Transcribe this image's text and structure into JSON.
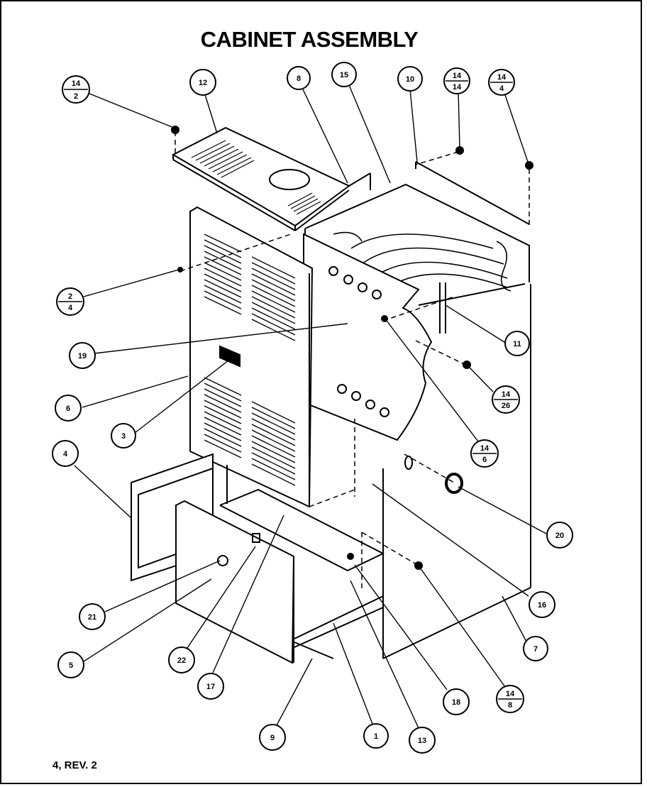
{
  "title": "CABINET ASSEMBLY",
  "footer": "4, REV. 2",
  "callouts": [
    {
      "id": "c-14-2",
      "label": "14/2"
    },
    {
      "id": "c-12",
      "label": "12"
    },
    {
      "id": "c-8",
      "label": "8"
    },
    {
      "id": "c-15",
      "label": "15"
    },
    {
      "id": "c-10",
      "label": "10"
    },
    {
      "id": "c-14-14",
      "label": "14/14"
    },
    {
      "id": "c-14-4",
      "label": "14/4"
    },
    {
      "id": "c-2-4",
      "label": "2/4"
    },
    {
      "id": "c-19",
      "label": "19"
    },
    {
      "id": "c-11",
      "label": "11"
    },
    {
      "id": "c-6",
      "label": "6"
    },
    {
      "id": "c-14-26",
      "label": "14/26"
    },
    {
      "id": "c-3",
      "label": "3"
    },
    {
      "id": "c-4",
      "label": "4"
    },
    {
      "id": "c-14-6",
      "label": "14/6"
    },
    {
      "id": "c-20",
      "label": "20"
    },
    {
      "id": "c-16",
      "label": "16"
    },
    {
      "id": "c-21",
      "label": "21"
    },
    {
      "id": "c-7",
      "label": "7"
    },
    {
      "id": "c-5",
      "label": "5"
    },
    {
      "id": "c-22",
      "label": "22"
    },
    {
      "id": "c-17",
      "label": "17"
    },
    {
      "id": "c-18",
      "label": "18"
    },
    {
      "id": "c-14-8",
      "label": "14/8"
    },
    {
      "id": "c-9",
      "label": "9"
    },
    {
      "id": "c-1",
      "label": "1"
    },
    {
      "id": "c-13",
      "label": "13"
    }
  ]
}
